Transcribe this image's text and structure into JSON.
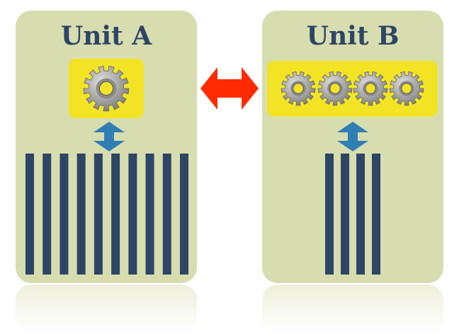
{
  "units": [
    {
      "title": "Unit A",
      "gears": 1,
      "bars": 10
    },
    {
      "title": "Unit B",
      "gears": 4,
      "bars": 4
    }
  ],
  "colors": {
    "card": "#d8ddb0",
    "title": "#2e4566",
    "highlight": "#f2e425",
    "bar": "#2e4566",
    "vertical_arrow": "#2f7fb5",
    "exchange_arrow": "#ff2a00",
    "gear": "#a8a8a8"
  }
}
